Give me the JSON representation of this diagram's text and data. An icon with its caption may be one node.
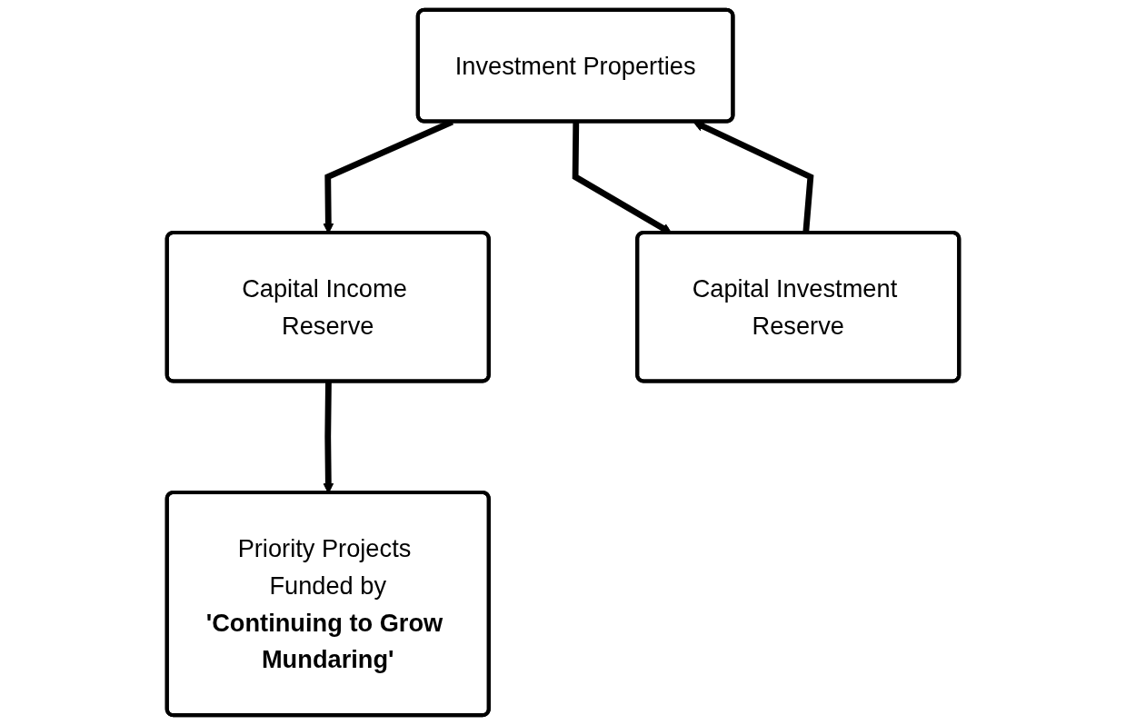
{
  "diagram": {
    "nodes": [
      {
        "text": [
          "Investment Properties"
        ]
      },
      {
        "text": [
          "Capital Income Reserve"
        ]
      },
      {
        "text": [
          "Capital Investment Reserve"
        ]
      },
      {
        "text": [
          "Priority Projects Funded by",
          "'Continuing to Grow Mundaring'"
        ]
      }
    ],
    "edges": [
      {
        "from": 0,
        "to": 1,
        "arrow": "to"
      },
      {
        "from": 2,
        "to": 0,
        "arrow": "to"
      },
      {
        "from": 0,
        "to": 2,
        "arrow": "to"
      },
      {
        "from": 1,
        "to": 3,
        "arrow": "to"
      }
    ]
  }
}
